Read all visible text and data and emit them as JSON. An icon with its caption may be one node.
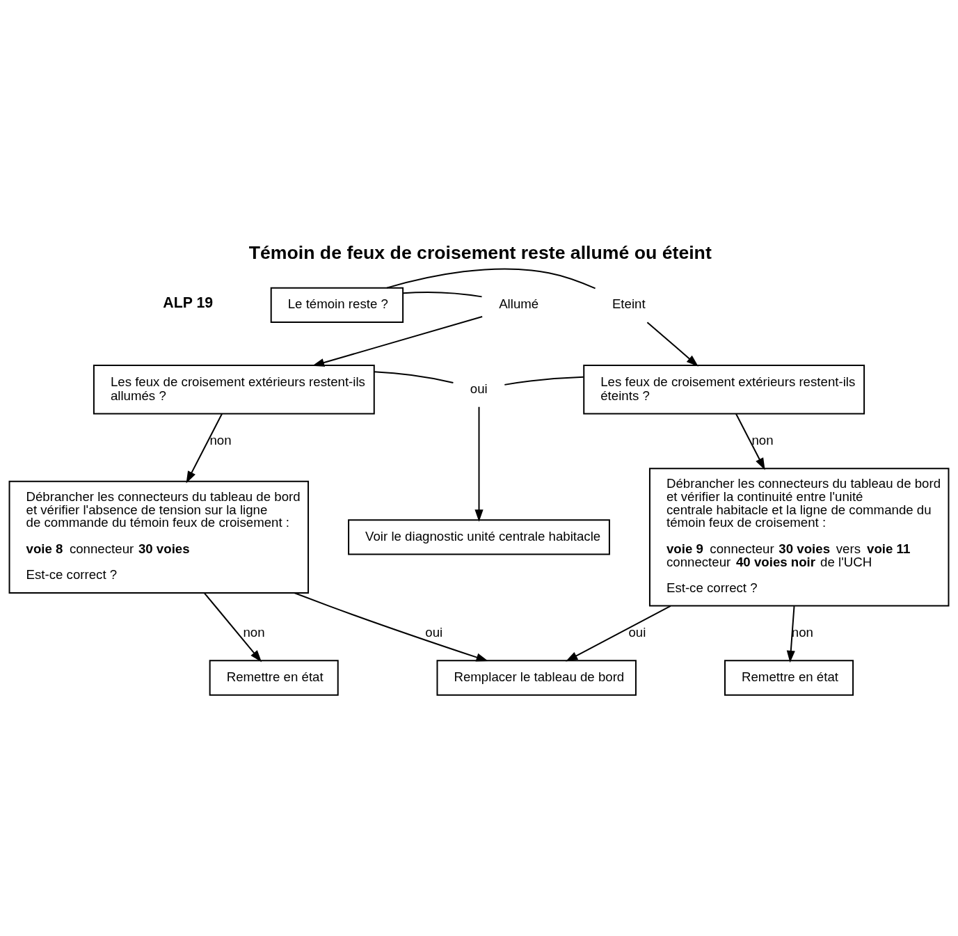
{
  "diagram": {
    "title": "Témoin de feux de croisement reste allumé ou éteint",
    "nodes": [
      {
        "text": [
          "Le témoin reste ?"
        ]
      },
      {
        "text": [
          "Allumé"
        ]
      },
      {
        "text": [
          "Eteint"
        ]
      },
      {
        "text": [
          "Les feux de croisement extérieurs restent-ils allumés ?"
        ]
      },
      {
        "text": [
          "Les feux de croisement extérieurs restent-ils éteints ?"
        ]
      },
      {
        "text": [
          "oui"
        ]
      },
      {
        "text": [
          "Voir le diagnostic unité centrale habitacle"
        ]
      },
      {
        "text": [
          "Débrancher les connecteurs du tableau de bord et vérifier l'absence de tension sur la ligne de commande du témoin feux de croisement :",
          "**voie 8** connecteur **30 voies**",
          "Est-ce correct ?"
        ]
      },
      {
        "text": [
          "Débrancher les connecteurs du tableau de bord et vérifier la continuité entre l'unité centrale habitacle et la ligne de commande du témoin feux de croisement :",
          "**voie 9** connecteur **30 voies** vers **voie 11** connecteur **40 voies noir** de l'UCH",
          "Est-ce correct ?"
        ]
      },
      {
        "text": [
          "Remettre en état"
        ]
      },
      {
        "text": [
          "Remplacer le tableau de bord"
        ]
      },
      {
        "text": [
          "Remettre en état"
        ]
      }
    ],
    "edges": [
      {
        "from": 0,
        "to": 1,
        "arrow": "none"
      },
      {
        "from": 0,
        "to": 2,
        "arrow": "none"
      },
      {
        "from": 1,
        "to": 3,
        "arrow": "to"
      },
      {
        "from": 2,
        "to": 4,
        "arrow": "to"
      },
      {
        "from": 3,
        "to": 5,
        "arrow": "none"
      },
      {
        "from": 4,
        "to": 5,
        "arrow": "none"
      },
      {
        "from": 5,
        "to": 6,
        "arrow": "to"
      },
      {
        "from": 3,
        "to": 7,
        "label": "non",
        "arrow": "to"
      },
      {
        "from": 4,
        "to": 8,
        "label": "non",
        "arrow": "to"
      },
      {
        "from": 7,
        "to": 9,
        "label": "non",
        "arrow": "to"
      },
      {
        "from": 7,
        "to": 10,
        "label": "oui",
        "arrow": "to"
      },
      {
        "from": 8,
        "to": 10,
        "label": "oui",
        "arrow": "to"
      },
      {
        "from": 8,
        "to": 11,
        "label": "non",
        "arrow": "to"
      }
    ],
    "labels": [
      "ALP 19"
    ]
  }
}
